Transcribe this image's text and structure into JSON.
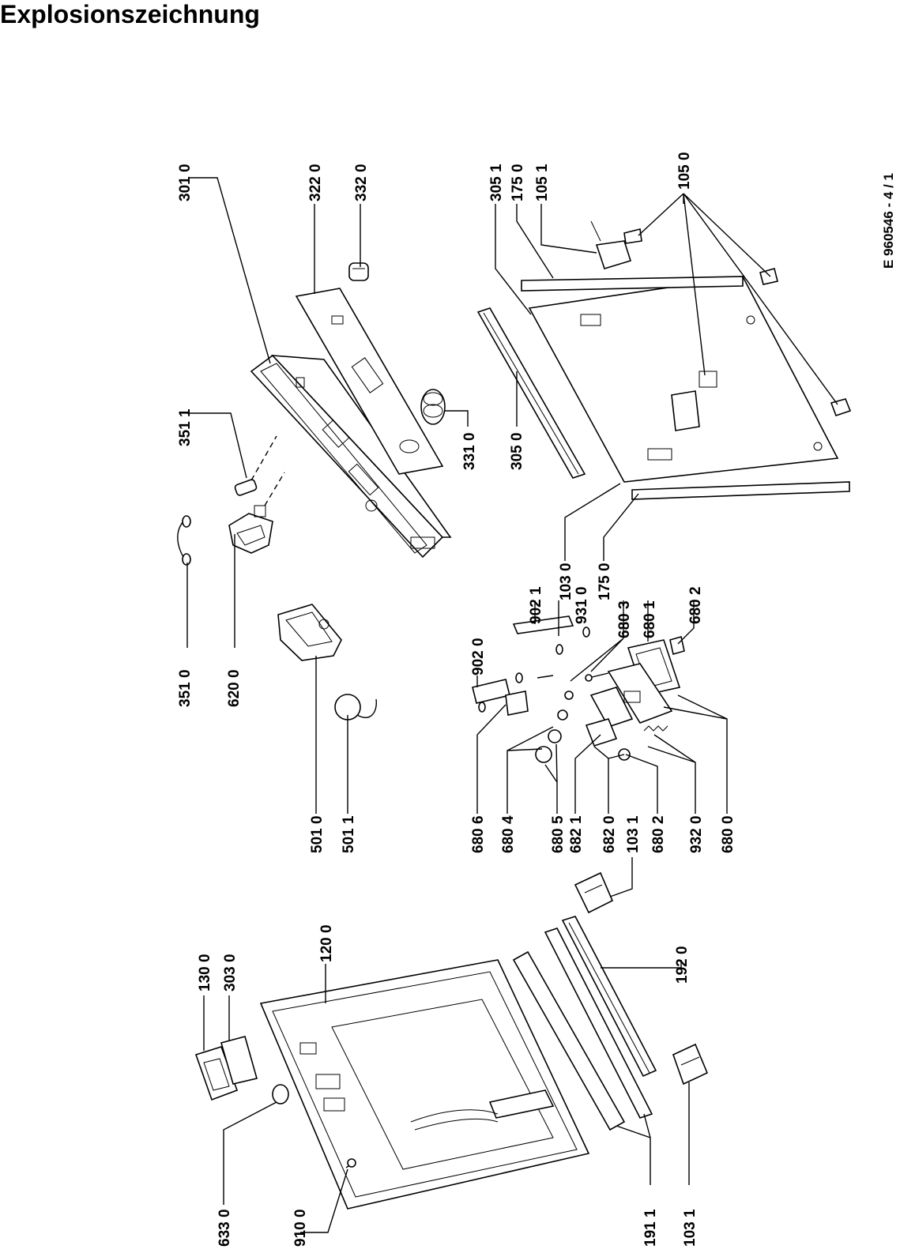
{
  "title": "Explosionszeichnung",
  "drawing_code": "E 960546 - 4 / 1",
  "labels": {
    "l3010": "301 0",
    "l3220": "322 0",
    "l3320": "332 0",
    "l3511": "351 1",
    "l3510": "351 0",
    "l6200": "620 0",
    "l3310": "331 0",
    "l3050": "305 0",
    "l3051": "305 1",
    "l1750a": "175 0",
    "l1051": "105 1",
    "l1050": "105 0",
    "l1030": "103 0",
    "l1750b": "175 0",
    "l9021": "902 1",
    "l9310": "931 0",
    "l6803": "680 3",
    "l6801": "680 1",
    "l6802a": "680 2",
    "l9020": "902 0",
    "l5010": "501 0",
    "l5011": "501 1",
    "l6806": "680 6",
    "l6804": "680 4",
    "l6805": "680 5",
    "l6821": "682 1",
    "l6820": "682 0",
    "l1031a": "103 1",
    "l6802b": "680 2",
    "l9320": "932 0",
    "l6800": "680 0",
    "l1300": "130 0",
    "l3030": "303 0",
    "l1200": "120 0",
    "l1920": "192 0",
    "l6330": "633 0",
    "l9100": "910 0",
    "l1911": "191 1",
    "l1031b": "103 1"
  }
}
